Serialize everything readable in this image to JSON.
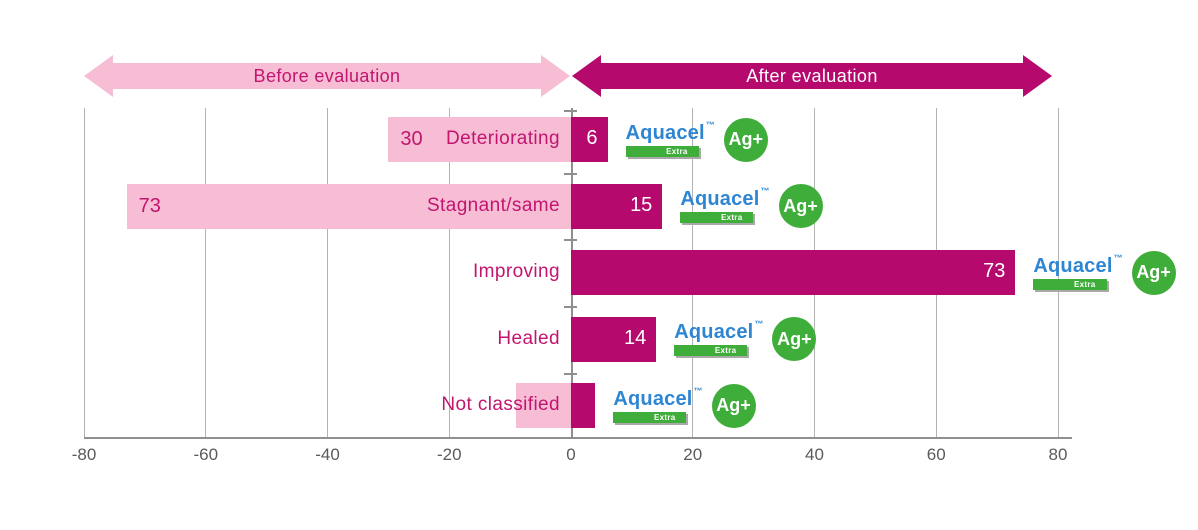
{
  "header": {
    "before_label": "Before evaluation",
    "after_label": "After evaluation"
  },
  "chart_data": {
    "type": "bar",
    "orientation": "horizontal-diverging",
    "categories": [
      "Deteriorating",
      "Stagnant/same",
      "Improving",
      "Healed",
      "Not classified"
    ],
    "series": [
      {
        "name": "Before evaluation",
        "values": [
          30,
          73,
          0,
          0,
          9
        ],
        "shown_labels": [
          "30",
          "73",
          "",
          "",
          ""
        ],
        "color": "#f7bdd5"
      },
      {
        "name": "After evaluation",
        "values": [
          6,
          15,
          73,
          14,
          4
        ],
        "shown_labels": [
          "6",
          "15",
          "73",
          "14",
          ""
        ],
        "color": "#b5096e"
      }
    ],
    "xlim": [
      -80,
      80
    ],
    "x_ticks": [
      -80,
      -60,
      -40,
      -20,
      0,
      20,
      40,
      60,
      80
    ],
    "grid": "vertical",
    "legend_position": "top-arrows"
  },
  "logo": {
    "brand": "Aquacel",
    "trademark": "™",
    "sub_label": "Extra",
    "badge": "Ag+"
  },
  "colors": {
    "before_bar": "#f7bdd5",
    "after_bar": "#b5096e",
    "category_text": "#c2156f",
    "after_text": "#ffffff",
    "brand_blue": "#2e86d3",
    "brand_green": "#3fad3a",
    "axis_gray": "#8f8f8f",
    "grid_gray": "#b3b3b3",
    "tick_text": "#5a5a5a"
  }
}
